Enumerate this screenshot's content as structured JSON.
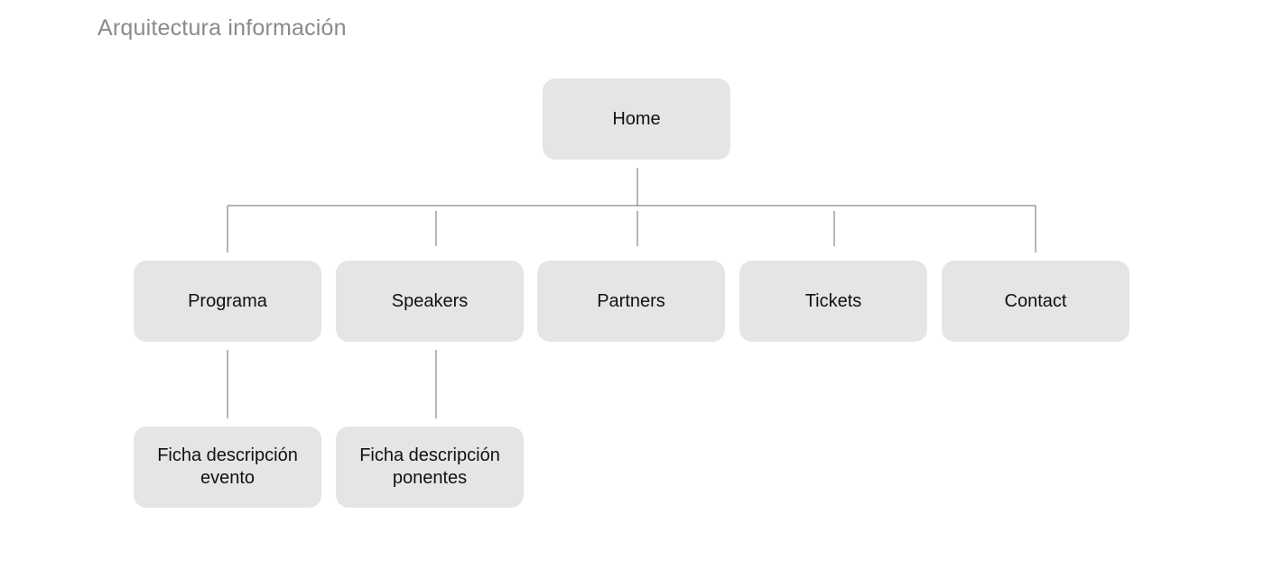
{
  "title": "Arquitectura información",
  "diagram": {
    "root": {
      "label": "Home"
    },
    "sections": [
      {
        "label": "Programa"
      },
      {
        "label": "Speakers"
      },
      {
        "label": "Partners"
      },
      {
        "label": "Tickets"
      },
      {
        "label": "Contact"
      }
    ],
    "subpages": [
      {
        "label_line1": "Ficha descripción",
        "label_line2": "evento"
      },
      {
        "label_line1": "Ficha descripción",
        "label_line2": "ponentes"
      }
    ]
  }
}
